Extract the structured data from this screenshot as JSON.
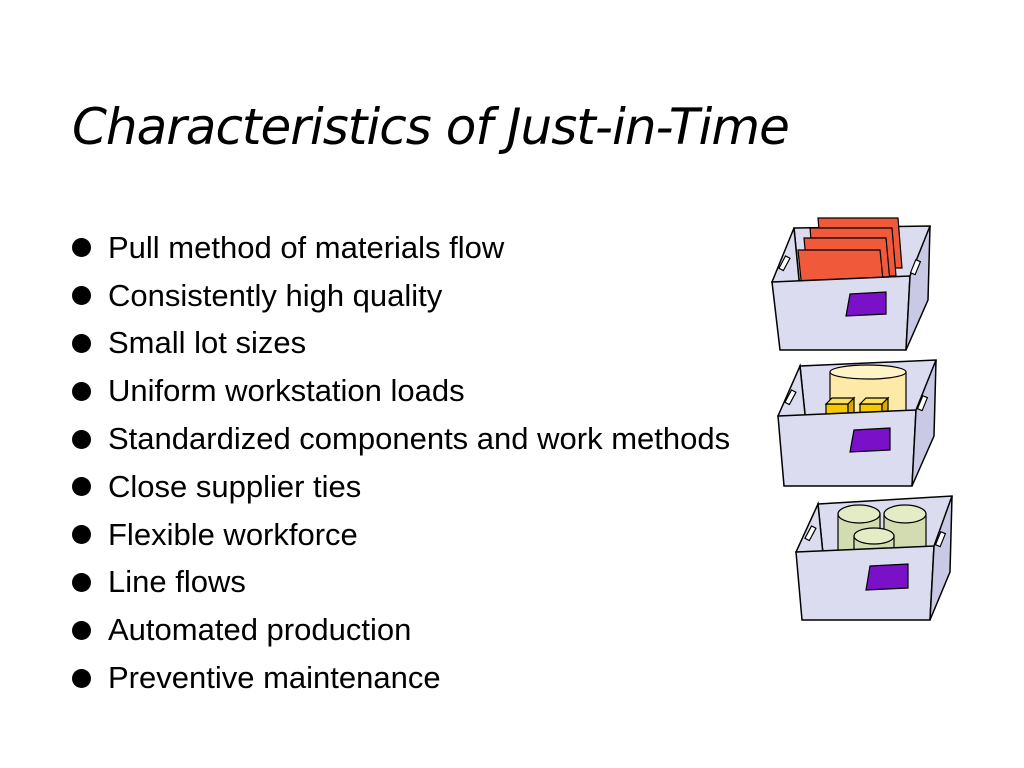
{
  "slide": {
    "title": "Characteristics of Just-in-Time",
    "bullets": [
      "Pull method of materials flow",
      "Consistently high quality",
      "Small lot sizes",
      "Uniform workstation loads",
      "Standardized components and work methods",
      "Close supplier ties",
      "Flexible workforce",
      "Line flows",
      "Automated production",
      "Preventive maintenance"
    ]
  },
  "illustration": {
    "icon": "storage-bins-illustration",
    "colors": {
      "bin_fill": "#dcdcf0",
      "bin_stroke": "#000000",
      "label_purple": "#7a10c8",
      "folder_orange": "#f05a3a",
      "cylinder_cream": "#fde9a8",
      "cube_yellow": "#f5c800",
      "cylinder_green": "#d2dcb0"
    }
  }
}
